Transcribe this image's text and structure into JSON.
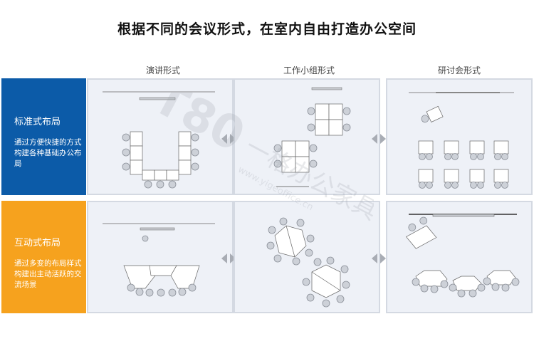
{
  "title": "根据不同的会议形式，在室内自由打造办公空间",
  "columns": [
    "演讲形式",
    "工作小组形式",
    "研讨会形式"
  ],
  "rows": [
    {
      "title": "标准式布局",
      "desc": "通过方便快捷的方式构建各种基础办公布局",
      "color": "#0c5ba8"
    },
    {
      "title": "互动式布局",
      "desc": "通过多变的布局样式构建出主动活跃的交流场景",
      "color": "#f6a21e"
    }
  ],
  "watermark": {
    "logo": "T80",
    "brand": "一格办公家具",
    "url": "www.yigeoffice.cn"
  }
}
